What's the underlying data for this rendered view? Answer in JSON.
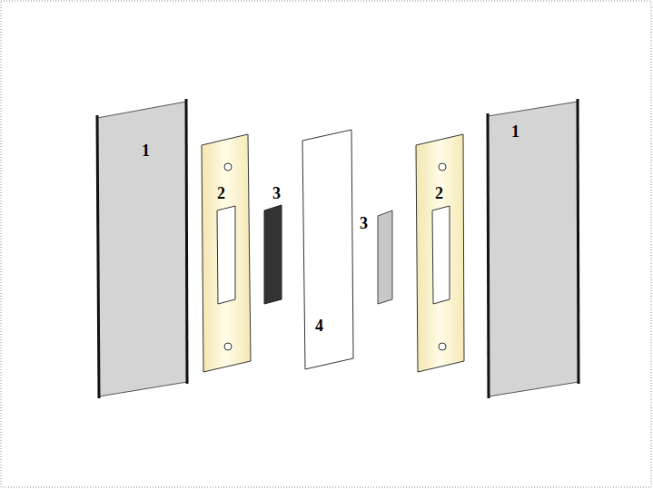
{
  "diagram": {
    "labels": [
      "1",
      "2",
      "3",
      "4",
      "3",
      "2",
      "1"
    ]
  }
}
